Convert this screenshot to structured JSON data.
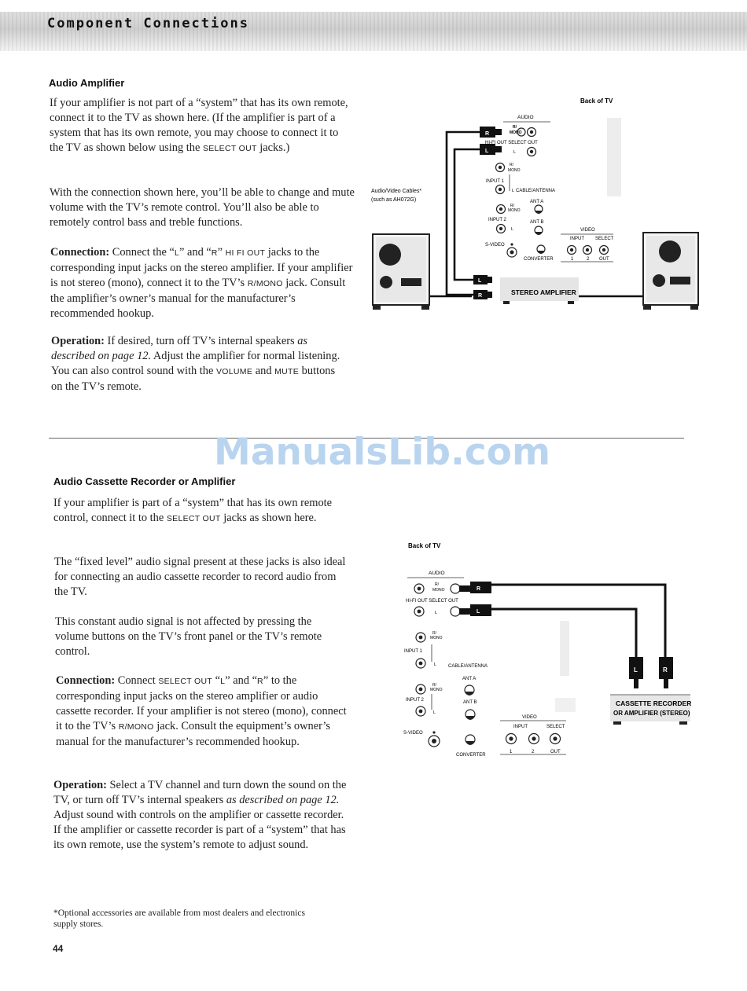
{
  "header": {
    "title": "Component Connections"
  },
  "section1": {
    "title": "Audio Amplifier",
    "p1": {
      "a": "If your amplifier is not part of a “system” that has its own remote, connect it to the TV as shown here. (If the amplifier is part of a system that has its own remote, you may choose to connect it to the TV as shown below using the ",
      "sc": "SELECT OUT",
      "b": " jacks.)"
    },
    "p2": "With the connection shown here, you’ll be able to change and mute volume with the TV’s remote control. You’ll also be able to remotely control bass and treble functions.",
    "p3": {
      "label": "Connection:",
      "a": " Connect the “",
      "sc1": "L",
      "b": "” and “",
      "sc2": "R",
      "c": "” ",
      "sc3": "HI FI OUT",
      "d": " jacks to the corresponding input jacks on the stereo amplifier. If your amplifier is not stereo (mono), connect it to the TV’s ",
      "sc4": "R/MONO",
      "e": " jack. Consult the amplifier’s owner’s manual for the manufacturer’s recommended hookup."
    },
    "p4": {
      "label": "Operation:",
      "a": " If desired, turn off TV’s internal speakers ",
      "em": "as described on page 12.",
      "b": " Adjust the amplifier for normal listening. You can also control sound with the ",
      "sc1": "VOLUME",
      "c": " and ",
      "sc2": "MUTE",
      "d": " buttons on the TV’s remote."
    }
  },
  "section2": {
    "title": "Audio Cassette Recorder or Amplifier",
    "p1": {
      "a": "If your amplifier is part of a “system” that has its own remote control, connect it to the ",
      "sc": "SELECT OUT",
      "b": " jacks as shown here."
    },
    "p2": "The “fixed level” audio signal present at these jacks is also ideal for connecting an audio cassette recorder to record audio from the TV.",
    "p3": "This constant audio signal is not affected by pressing the volume buttons on the TV’s front panel or the TV’s remote control.",
    "p4": {
      "label": "Connection:",
      "a": " Connect ",
      "sc1": "SELECT OUT",
      "b": " “",
      "sc2": "L",
      "c": "” and “",
      "sc3": "R",
      "d": "” to the corresponding input jacks on the stereo amplifier or audio cassette recorder. If your amplifier is not stereo (mono), connect it to the TV’s ",
      "sc4": "R/MONO",
      "e": " jack. Consult the equipment’s owner’s manual for the manufacturer’s recommended hookup."
    },
    "p5": {
      "label": "Operation:",
      "a": " Select a TV channel and turn down the sound on the TV, or turn off TV’s internal speakers ",
      "em": "as described on page 12.",
      "b": " Adjust sound with controls on the amplifier or cassette recorder. If the amplifier or cassette recorder is part of a “system” that has its own remote, use the system’s remote to adjust sound."
    }
  },
  "diagram1": {
    "back_of_tv": "Back of TV",
    "audio": "AUDIO",
    "r_label": "R/",
    "mono_label": "MONO",
    "hifi_row": "HI-FI  OUT  SELECT OUT",
    "l_label": "L",
    "input1": "INPUT 1",
    "cable_antenna": "CABLE/ANTENNA",
    "ant_a": "ANT A",
    "input2": "INPUT 2",
    "ant_b": "ANT B",
    "svideo": "S-VIDEO",
    "video": "VIDEO",
    "input": "INPUT",
    "select": "SELECT",
    "converter": "CONVERTER",
    "num1": "1",
    "num2": "2",
    "out": "OUT",
    "cables_label1": "Audio/Video Cables*",
    "cables_label2": "(such as AH072G)",
    "stereo_amp": "STEREO AMPLIFIER",
    "plug_r": "R",
    "plug_l": "L"
  },
  "diagram2": {
    "back_of_tv": "Back of TV",
    "audio": "AUDIO",
    "r_label": "R/",
    "mono_label": "MONO",
    "hifi_row": "HI-FI  OUT  SELECT OUT",
    "l_label": "L",
    "input1": "INPUT 1",
    "cable_antenna": "CABLE/ANTENNA",
    "ant_a": "ANT A",
    "input2": "INPUT 2",
    "ant_b": "ANT B",
    "svideo": "S-VIDEO",
    "video": "VIDEO",
    "input": "INPUT",
    "select": "SELECT",
    "converter": "CONVERTER",
    "num1": "1",
    "num2": "2",
    "out": "OUT",
    "plug_r": "R",
    "plug_l": "L",
    "cassette_line1": "CASSETTE RECORDER",
    "cassette_line2": "OR AMPLIFIER (STEREO)"
  },
  "watermark": "ManualsLib.com",
  "footnote": "*Optional accessories are available from most dealers and electronics supply stores.",
  "page_number": "44"
}
